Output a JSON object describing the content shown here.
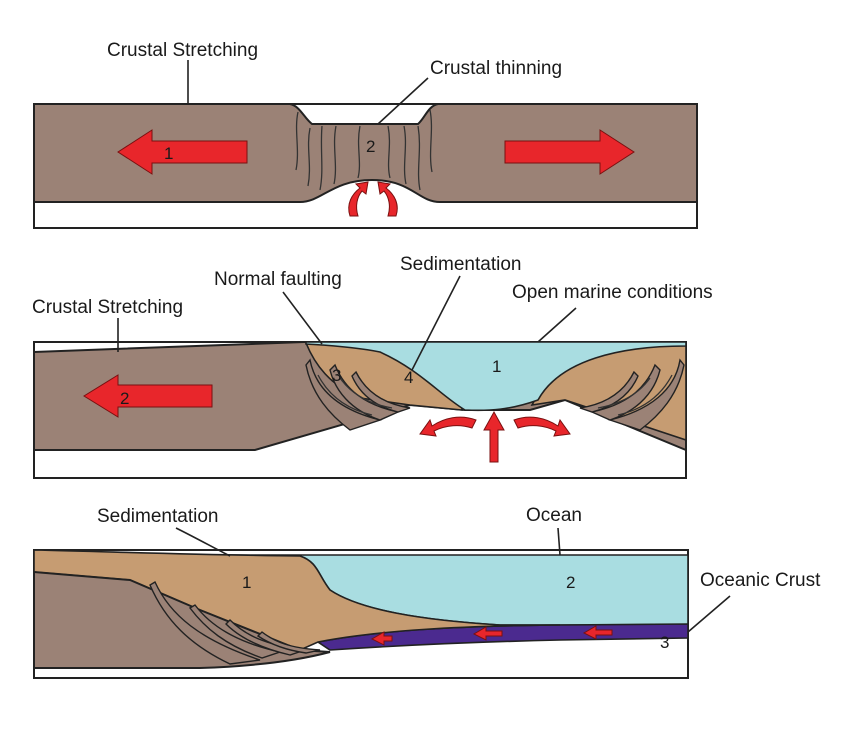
{
  "panel1": {
    "label_stretching": "Crustal Stretching",
    "label_thinning": "Crustal thinning",
    "num_1": "1",
    "num_2": "2"
  },
  "panel2": {
    "label_faulting": "Normal faulting",
    "label_sedimentation": "Sedimentation",
    "label_stretching": "Crustal Stretching",
    "label_marine": "Open marine conditions",
    "num_1": "1",
    "num_2": "2",
    "num_3": "3",
    "num_4": "4"
  },
  "panel3": {
    "label_sedimentation": "Sedimentation",
    "label_ocean": "Ocean",
    "label_oceanic_crust": "Oceanic Crust",
    "num_1": "1",
    "num_2": "2",
    "num_3": "3"
  },
  "colors": {
    "crust": "#9b8276",
    "sediment": "#c69c72",
    "water": "#a9dde1",
    "oceanic_crust": "#4b2a8f",
    "arrow": "#e8262b"
  }
}
